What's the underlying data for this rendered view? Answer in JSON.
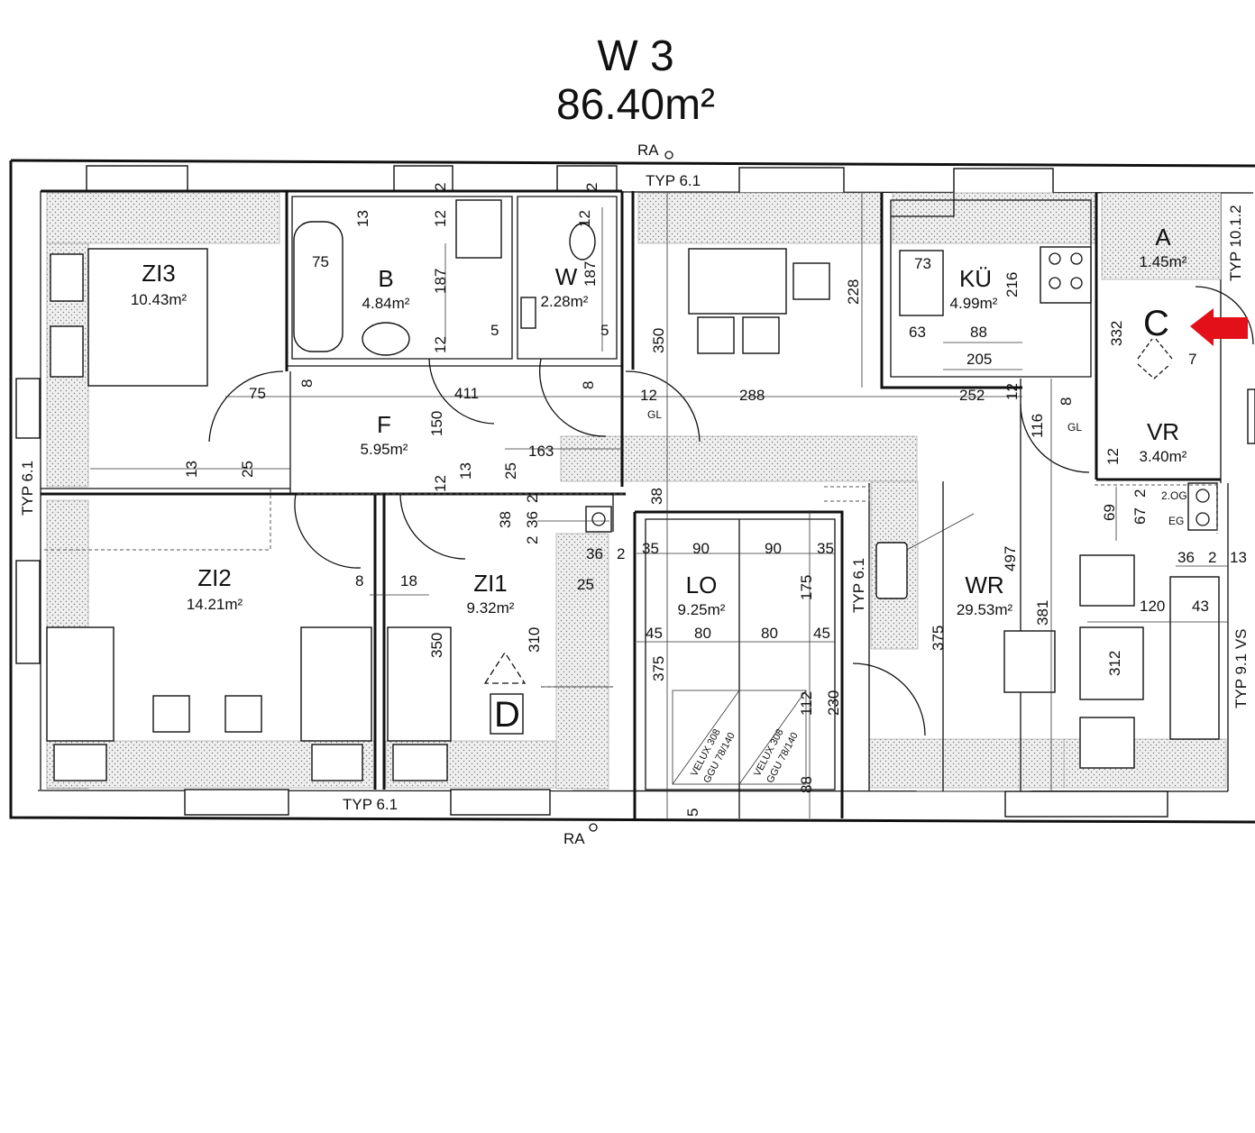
{
  "plan": {
    "unit_name": "W 3",
    "unit_area": "86.40m²",
    "rooms": [
      {
        "code": "ZI3",
        "area": "10.43m²"
      },
      {
        "code": "B",
        "area": "4.84m²"
      },
      {
        "code": "W",
        "area": "2.28m²"
      },
      {
        "code": "KÜ",
        "area": "4.99m²"
      },
      {
        "code": "A",
        "area": "1.45m²"
      },
      {
        "code": "F",
        "area": "5.95m²"
      },
      {
        "code": "VR",
        "area": "3.40m²"
      },
      {
        "code": "ZI2",
        "area": "14.21m²"
      },
      {
        "code": "ZI1",
        "area": "9.32m²"
      },
      {
        "code": "LO",
        "area": "9.25m²"
      },
      {
        "code": "WR",
        "area": "29.53m²"
      }
    ],
    "annotations": {
      "ra_top": "RA",
      "ra_bottom": "RA",
      "typ_top": "TYP 6.1",
      "typ_left": "TYP 6.1",
      "typ_bottom": "TYP 6.1",
      "typ_lo": "TYP 6.1",
      "typ_right_top": "TYP 10.1.2",
      "typ_right_mid": "TYP 9.1 VS",
      "gl_1": "GL",
      "gl_2": "GL",
      "og_label": "2.OG",
      "eg_label": "EG",
      "velux_1_line1": "VELUX 308",
      "velux_1_line2": "GGU 78/140",
      "velux_2_line1": "VELUX 308",
      "velux_2_line2": "GGU 78/140"
    },
    "markers": {
      "c": "C",
      "d": "D"
    },
    "dimensions": {
      "d_b_13": "13",
      "d_b_12a": "12",
      "d_b_2a": "2",
      "d_b_75": "75",
      "d_b_187": "187",
      "d_b_5": "5",
      "d_b_12b": "12",
      "d_w_2": "2",
      "d_w_12": "12",
      "d_w_187": "187",
      "d_w_5": "5",
      "d_ku_73": "73",
      "d_ku_216": "216",
      "d_ku_63": "63",
      "d_ku_88": "88",
      "d_ku_205": "205",
      "d_228": "228",
      "d_350a": "350",
      "d_288": "288",
      "d_252": "252",
      "d_12c": "12",
      "d_8c": "8",
      "d_116": "116",
      "d_332": "332",
      "d_12d": "12",
      "d_7": "7",
      "d_f_75": "75",
      "d_f_8": "8",
      "d_f_411": "411",
      "d_f_8b": "8",
      "d_f_12": "12",
      "d_f_150": "150",
      "d_f_163": "163",
      "d_13a": "13",
      "d_25a": "25",
      "d_12e": "12",
      "d_13b": "13",
      "d_25b": "25",
      "d_38a": "38",
      "d_36a": "36",
      "d_2b": "2",
      "d_2c": "2",
      "d_36b": "36",
      "d_2d": "2",
      "d_25c": "25",
      "d_8z": "8",
      "d_18": "18",
      "d_350b": "350",
      "d_310": "310",
      "d_38b": "38",
      "d_35a": "35",
      "d_90a": "90",
      "d_90b": "90",
      "d_35b": "35",
      "d_175": "175",
      "d_45a": "45",
      "d_80a": "80",
      "d_80b": "80",
      "d_45b": "45",
      "d_375a": "375",
      "d_112": "112",
      "d_230": "230",
      "d_5b": "5",
      "d_88b": "88",
      "d_375b": "375",
      "d_497": "497",
      "d_381": "381",
      "d_69": "69",
      "d_67": "67",
      "d_2e": "2",
      "d_36c": "36",
      "d_2f": "2",
      "d_13c": "13",
      "d_120": "120",
      "d_43": "43",
      "d_312": "312"
    }
  },
  "colors": {
    "line": "#111111",
    "hatch": "#bbbbbb",
    "arrow": "#e3101a"
  }
}
